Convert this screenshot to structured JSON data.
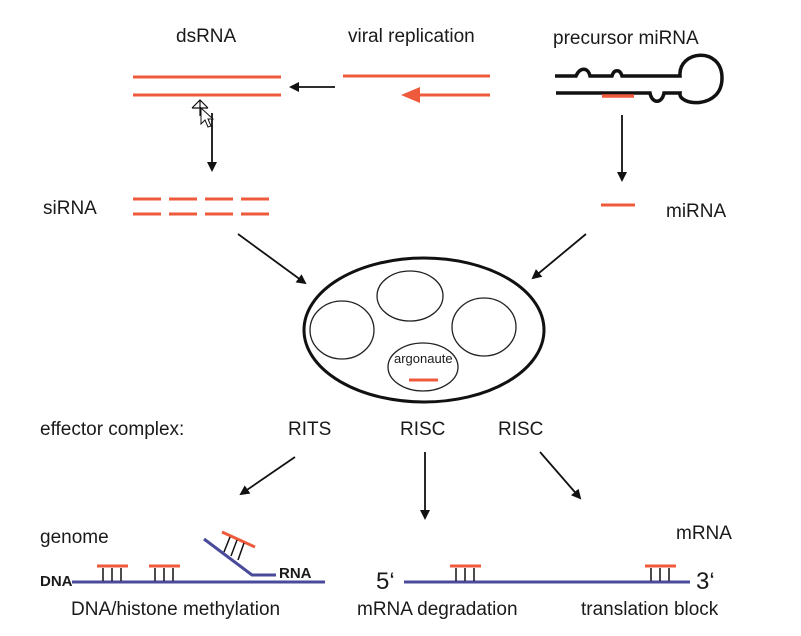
{
  "labels": {
    "dsrna": "dsRNA",
    "viral_replication": "viral replication",
    "precursor_mirna": "precursor miRNA",
    "sirna": "siRNA",
    "mirna": "miRNA",
    "argonaute": "argonaute",
    "effector_complex": "effector complex:",
    "rits": "RITS",
    "risc_degradation": "RISC",
    "risc_translation": "RISC",
    "genome": "genome",
    "mrna": "mRNA",
    "dna": "DNA",
    "rna": "RNA",
    "five_prime": "5‘",
    "three_prime": "3‘",
    "dna_histone_methylation": "DNA/histone methylation",
    "mrna_degradation": "mRNA degradation",
    "translation_block": "translation block"
  },
  "colors": {
    "rna_strand": "#ef5a3c",
    "nucleic_acid": "#4a4a9a",
    "line": "#111111"
  }
}
